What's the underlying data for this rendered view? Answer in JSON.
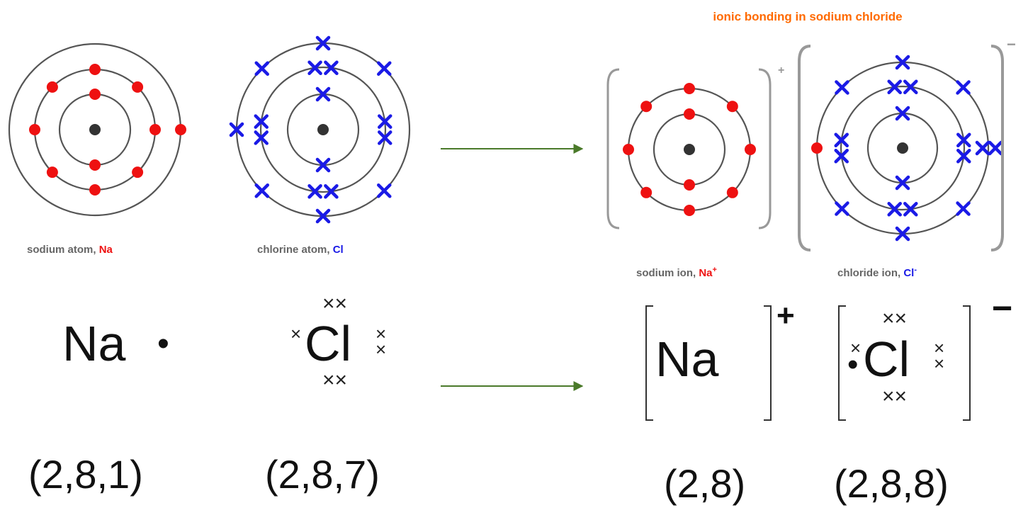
{
  "title": "ionic bonding in sodium chloride",
  "colors": {
    "title": "#ff6a00",
    "sodium_electron": "#ee1111",
    "chlorine_electron": "#1a1ae6",
    "shell": "#555555",
    "nucleus": "#333333",
    "arrow": "#4a7a2a",
    "bracket": "#999999"
  },
  "captions": {
    "sodium_atom": {
      "text": "sodium atom, ",
      "symbol": "Na"
    },
    "chlorine_atom": {
      "text": "chlorine atom, ",
      "symbol": "Cl"
    },
    "sodium_ion": {
      "text": "sodium ion, ",
      "symbol": "Na",
      "charge": "+"
    },
    "chloride_ion": {
      "text": "chloride ion, ",
      "symbol": "Cl",
      "charge": "-"
    }
  },
  "ion_charges": {
    "sodium": "+",
    "chloride": "−"
  },
  "lewis": {
    "na_symbol": "Na",
    "na_dot": "•",
    "cl_symbol": "Cl",
    "cross_pair": "××",
    "cross": "×",
    "dot": "•"
  },
  "configurations": {
    "sodium_atom": "(2,8,1)",
    "chlorine_atom": "(2,8,7)",
    "sodium_ion": "(2,8)",
    "chloride_ion": "(2,8,8)"
  }
}
